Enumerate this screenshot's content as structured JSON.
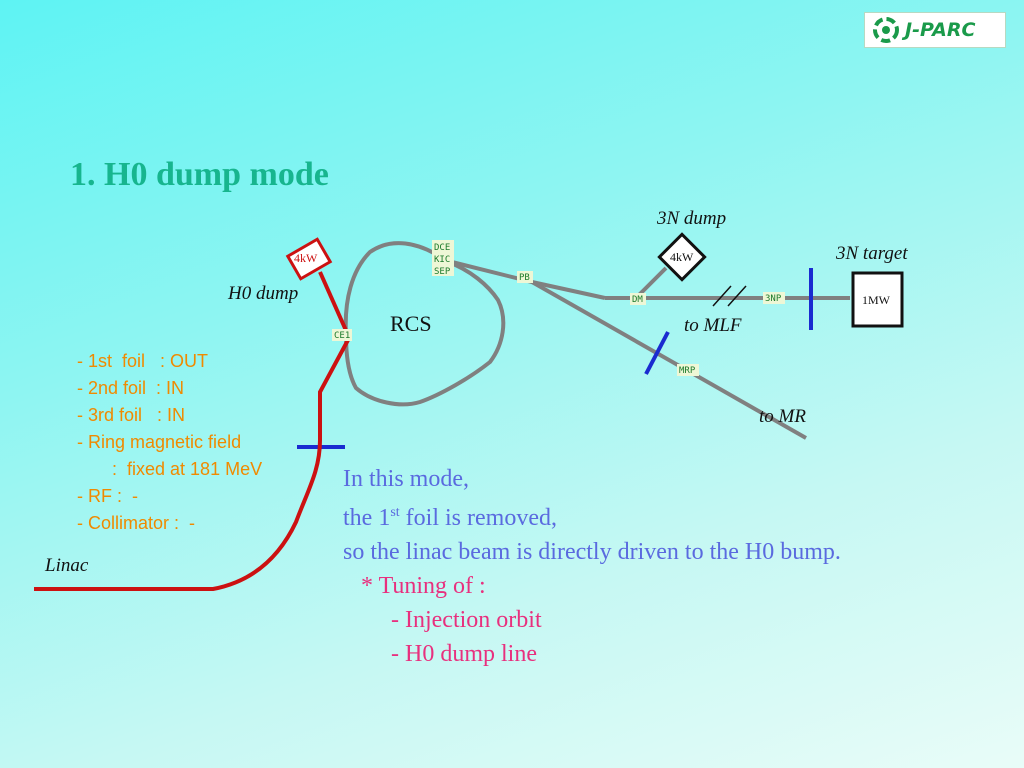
{
  "logo": {
    "text": "J-PARC",
    "icon": "j-parc-logo-icon"
  },
  "title": "1.  H0 dump mode",
  "diagram": {
    "rcs_label": "RCS",
    "h0_dump_label": "H0 dump",
    "h0_dump_power": "4kW",
    "three_n_dump_label": "3N dump",
    "three_n_dump_power": "4kW",
    "three_n_target_label": "3N target",
    "three_n_target_power": "1MW",
    "to_mlf_label": "to MLF",
    "to_mr_label": "to MR",
    "linac_label": "Linac",
    "tags": {
      "dce": "DCE",
      "kic": "KIC",
      "sep": "SEP",
      "pb": "PB",
      "dm": "DM",
      "three_np": "3NP",
      "mrp": "MRP",
      "ce1": "CE1"
    },
    "colors": {
      "beam_line": "#808080",
      "linac_line": "#cc1111",
      "marker": "#1a2bd0"
    }
  },
  "conditions": [
    "- 1st  foil   : OUT",
    "- 2nd foil  : IN",
    "- 3rd foil   : IN",
    "- Ring magnetic field",
    "       :  fixed at 181 MeV",
    "- RF :  -",
    "- Collimator :  -"
  ],
  "description": {
    "line1": "In this mode,",
    "line2_pre": "the 1",
    "line2_sup": "st",
    "line2_post": " foil is removed,",
    "line3": "so the linac beam is directly driven to the H0 bump.",
    "tuning_header": "   * Tuning of :",
    "tuning_items": [
      "        - Injection orbit",
      "        - H0 dump line"
    ]
  }
}
